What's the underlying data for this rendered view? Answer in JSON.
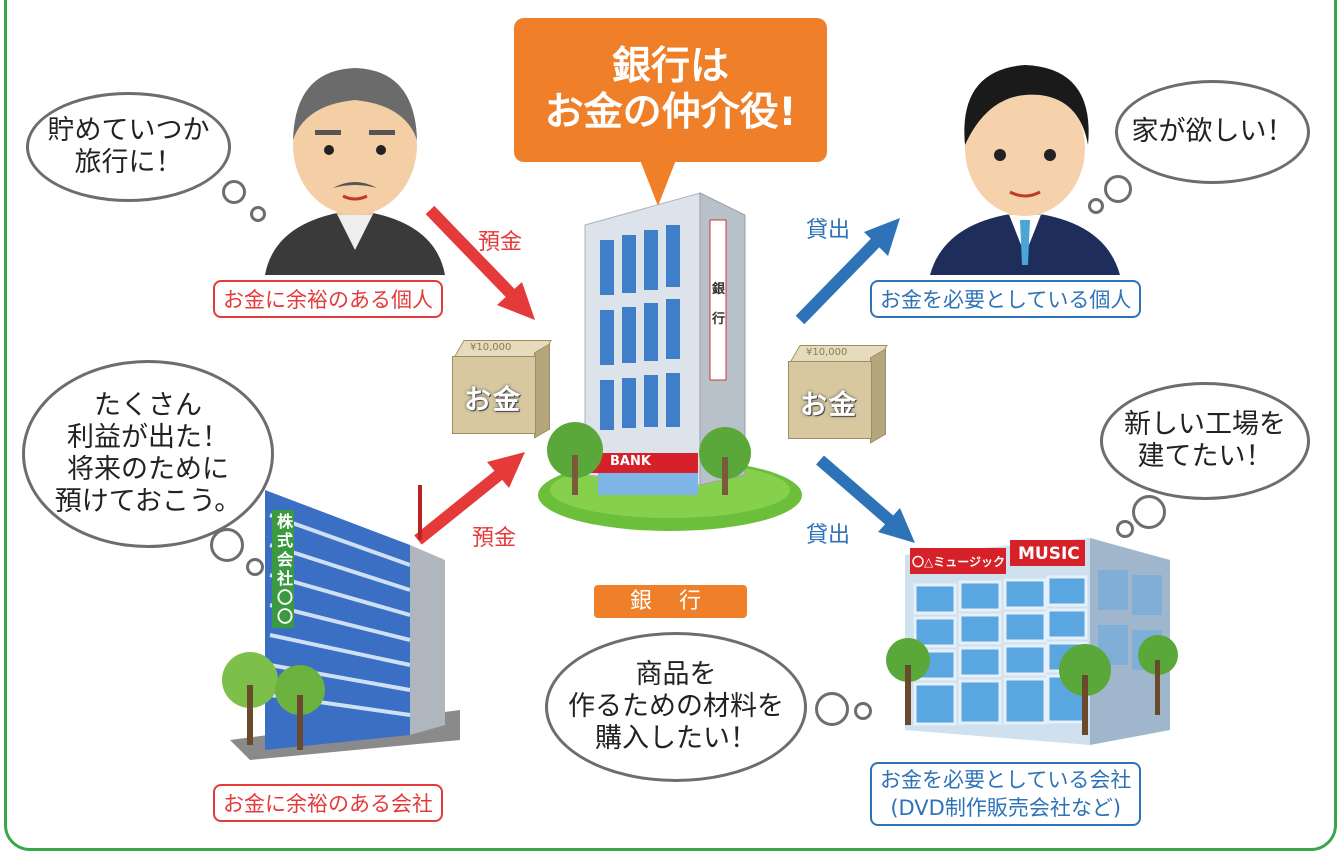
{
  "callout": {
    "line1": "銀行は",
    "line2": "お金の仲介役!"
  },
  "bank": {
    "label": "銀 行",
    "sign": "BANK",
    "vertical_sign": "銀行"
  },
  "bubbles": {
    "individual_saver": "貯めていつか\n旅行に！",
    "company_saver": "たくさん\n利益が出た！\n将来のために\n預けておこう。",
    "individual_borrower": "家が欲しい！",
    "company_borrower": "新しい工場を\n建てたい！",
    "company_borrower2": "商品を\n作るための材料を\n購入したい！"
  },
  "labels": {
    "individual_saver": "お金に余裕のある個人",
    "company_saver": "お金に余裕のある会社",
    "individual_borrower": "お金を必要としている個人",
    "company_borrower_line1": "お金を必要としている会社",
    "company_borrower_line2": "(DVD制作販売会社など)"
  },
  "flows": {
    "deposit": "預金",
    "loan": "貸出"
  },
  "money": {
    "text": "お金",
    "denomination": "¥10,000"
  },
  "buildings": {
    "company_sign": "株式会社〇〇",
    "music_shop_sign": "〇△ミュージック",
    "music_logo": "MUSIC"
  },
  "colors": {
    "frame": "#3aa54a",
    "callout": "#ef7f28",
    "deposit": "#e53a3a",
    "loan": "#2e73b8"
  }
}
